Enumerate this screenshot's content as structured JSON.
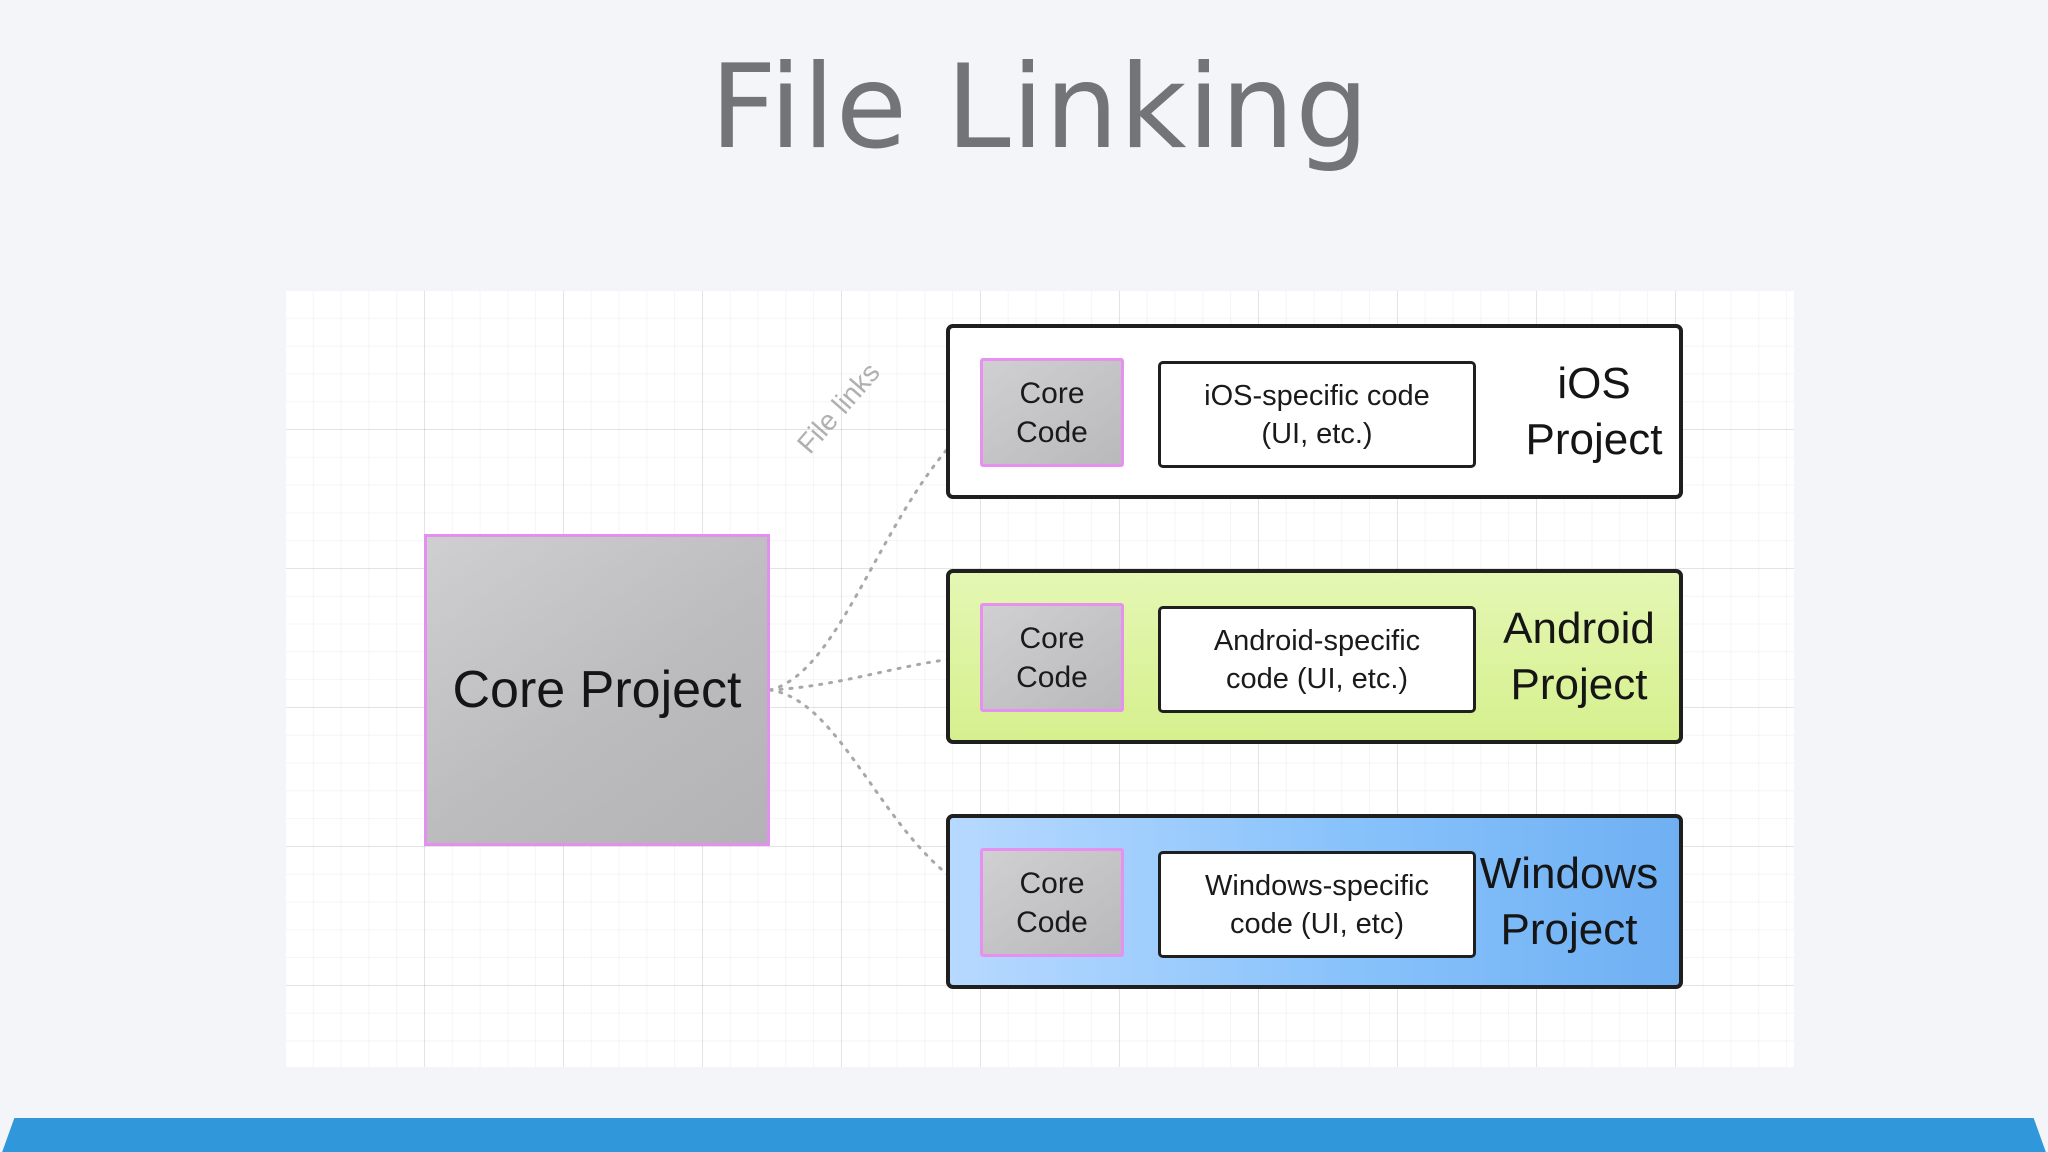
{
  "slide": {
    "title": "File Linking"
  },
  "diagram": {
    "core_project": {
      "label": "Core Project"
    },
    "link_label": "File links",
    "platforms": [
      {
        "id": "ios",
        "core_code": "Core Code",
        "specific_code": "iOS-specific code (UI, etc.)",
        "label": "iOS Project",
        "fill": "#ffffff"
      },
      {
        "id": "android",
        "core_code": "Core Code",
        "specific_code": "Android-specific code (UI, etc.)",
        "label": "Android Project",
        "fill": "#dcf39c"
      },
      {
        "id": "windows",
        "core_code": "Core Code",
        "specific_code": "Windows-specific code (UI, etc)",
        "label": "Windows Project",
        "fill": "#8dc4fb"
      }
    ]
  },
  "colors": {
    "background": "#f4f5f8",
    "title": "#727478",
    "core_border": "#e38ff0",
    "core_fill": "#c0c0c2",
    "link_line": "#a8a8a8",
    "bottom_bar": "#2f97da"
  }
}
